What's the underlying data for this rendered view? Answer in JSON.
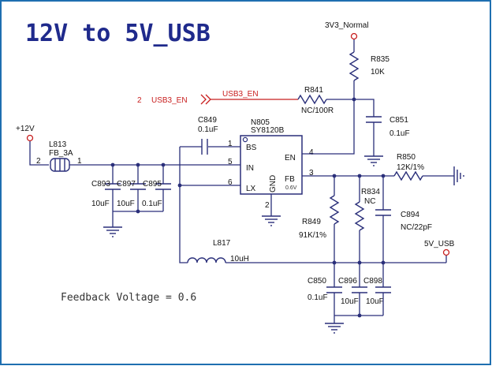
{
  "title": "12V to 5V_USB",
  "feedback_note": "Feedback Voltage = 0.6",
  "colors": {
    "wire": "#2a2f7a",
    "net_red": "#c81e1e",
    "title": "#1f2a8c",
    "border": "#1e6fb0"
  },
  "power": {
    "v12": "+12V",
    "v3v3": "3V3_Normal",
    "v5usb": "5V_USB"
  },
  "net": {
    "pin_num": "2",
    "name": "USB3_EN",
    "label": "USB3_EN"
  },
  "ic": {
    "ref": "N805",
    "part": "SY8120B",
    "pins": {
      "bs": "BS",
      "in": "IN",
      "lx": "LX",
      "en": "EN",
      "fb": "FB",
      "gnd": "GND",
      "bs_num": "1",
      "in_num": "5",
      "lx_num": "6",
      "en_num": "4",
      "fb_num": "3",
      "gnd_num": "2"
    },
    "fb_voltage": "0.6V"
  },
  "parts": {
    "l813": {
      "ref": "L813",
      "value": "FB_3A",
      "pin_left": "2",
      "pin_right": "1"
    },
    "c849": {
      "ref": "C849",
      "value": "0.1uF"
    },
    "c893": {
      "ref": "C893",
      "value": "10uF"
    },
    "c897": {
      "ref": "C897",
      "value": "10uF"
    },
    "c895": {
      "ref": "C895",
      "value": "0.1uF"
    },
    "r835": {
      "ref": "R835",
      "value": "10K"
    },
    "r841": {
      "ref": "R841",
      "value": "NC/100R"
    },
    "c851": {
      "ref": "C851",
      "value": "0.1uF"
    },
    "r850": {
      "ref": "R850",
      "value": "12K/1%"
    },
    "r834": {
      "ref": "R834",
      "value": "NC"
    },
    "c894": {
      "ref": "C894",
      "value": "NC/22pF"
    },
    "r849": {
      "ref": "R849",
      "value": "91K/1%"
    },
    "l817": {
      "ref": "L817",
      "value": "10uH"
    },
    "c850": {
      "ref": "C850",
      "value": "0.1uF"
    },
    "c896": {
      "ref": "C896",
      "value": "10uF"
    },
    "c898": {
      "ref": "C898",
      "value": "10uF"
    }
  }
}
